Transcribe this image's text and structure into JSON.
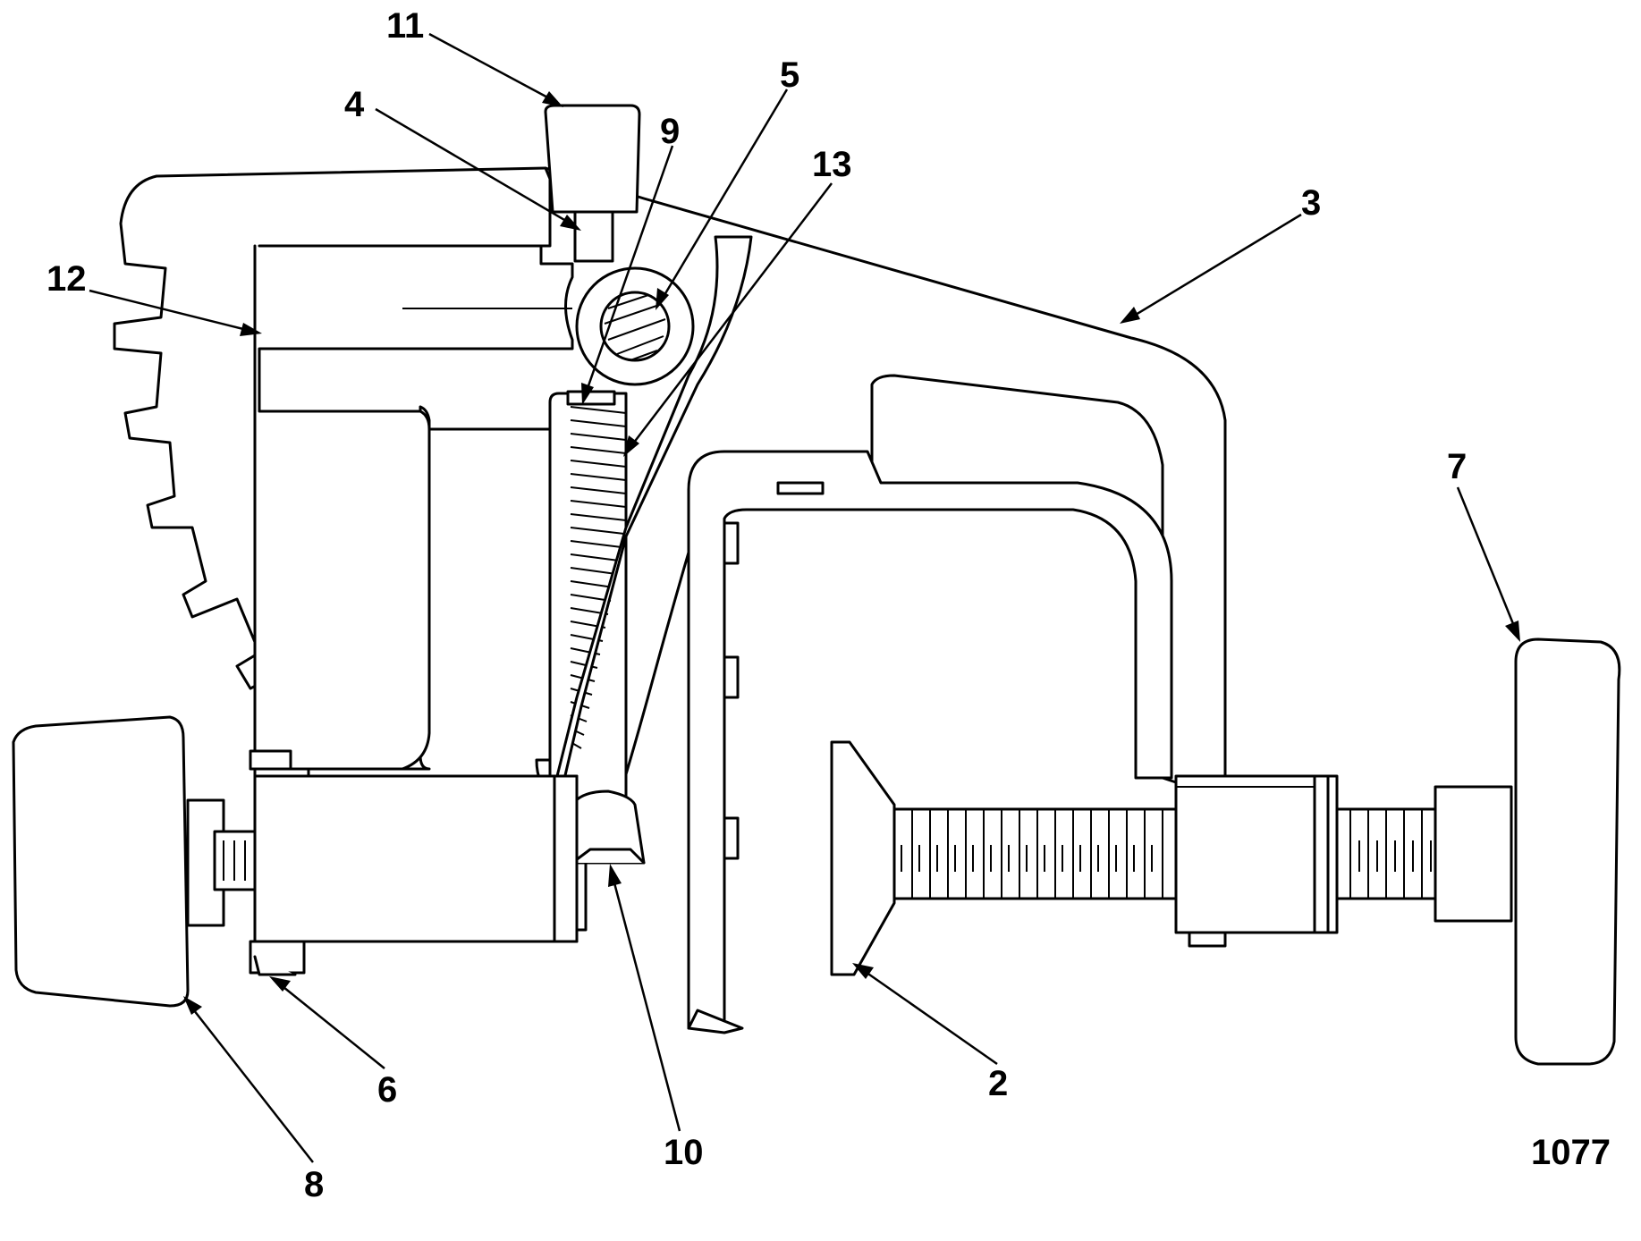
{
  "figure_number": "1077",
  "callouts": [
    {
      "id": "c2",
      "label": "2"
    },
    {
      "id": "c3",
      "label": "3"
    },
    {
      "id": "c4",
      "label": "4"
    },
    {
      "id": "c5",
      "label": "5"
    },
    {
      "id": "c6",
      "label": "6"
    },
    {
      "id": "c7",
      "label": "7"
    },
    {
      "id": "c8",
      "label": "8"
    },
    {
      "id": "c9",
      "label": "9"
    },
    {
      "id": "c10",
      "label": "10"
    },
    {
      "id": "c11",
      "label": "11"
    },
    {
      "id": "c12",
      "label": "12"
    },
    {
      "id": "c13",
      "label": "13"
    }
  ]
}
